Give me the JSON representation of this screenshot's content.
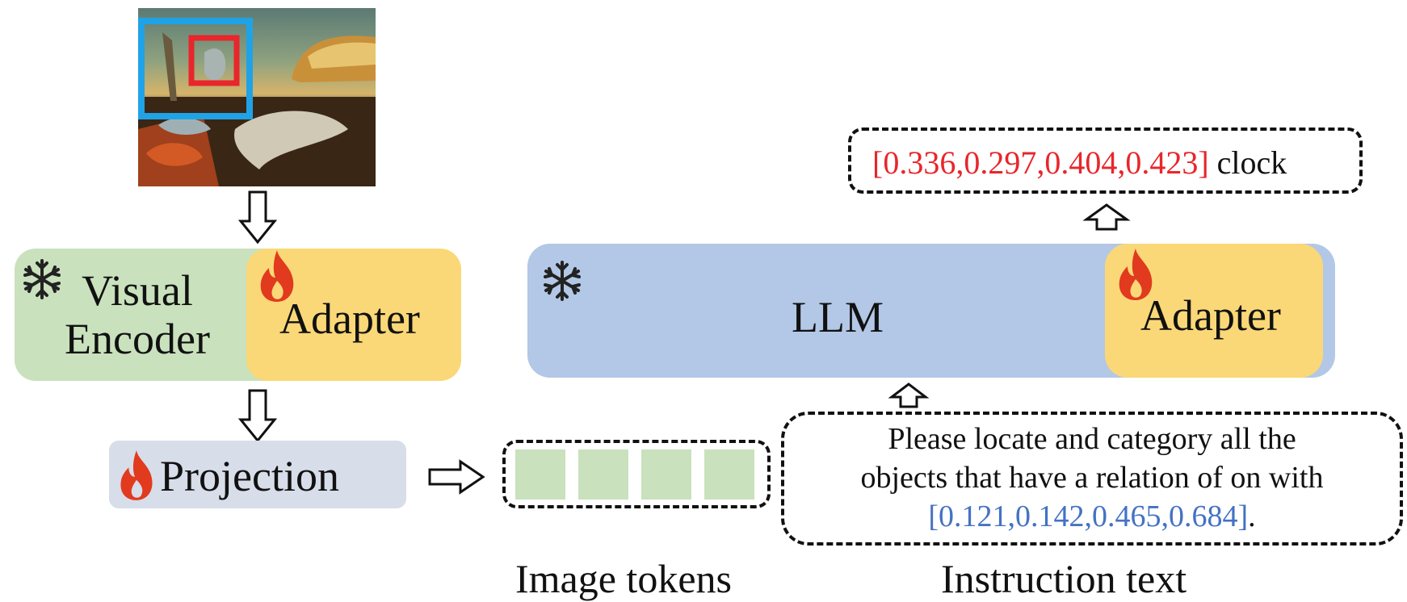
{
  "encoder": {
    "visual_line1": "Visual",
    "visual_line2": "Encoder",
    "adapter": "Adapter",
    "projection": "Projection",
    "frozen_icon": "snowflake-icon",
    "trainable_icon": "flame-icon"
  },
  "llm": {
    "label": "LLM",
    "adapter": "Adapter",
    "frozen_icon": "snowflake-icon",
    "trainable_icon": "flame-icon"
  },
  "output": {
    "bbox_text": "[0.336,0.297,0.404,0.423]",
    "category": "clock"
  },
  "instruction": {
    "line1": "Please locate and category all the",
    "line2": "objects that have a relation of on with",
    "bbox_text": "[0.121,0.142,0.465,0.684]",
    "period": "."
  },
  "captions": {
    "image_tokens": "Image tokens",
    "instruction_text": "Instruction text"
  },
  "colors": {
    "encoder_green": "#c9e1bd",
    "adapter_yellow": "#fad877",
    "llm_blue": "#b3c7e6",
    "projection_gray": "#d7dde9",
    "box_blue": "#1fa3e6",
    "box_red": "#e8262b",
    "flame_red": "#e13a1e"
  }
}
